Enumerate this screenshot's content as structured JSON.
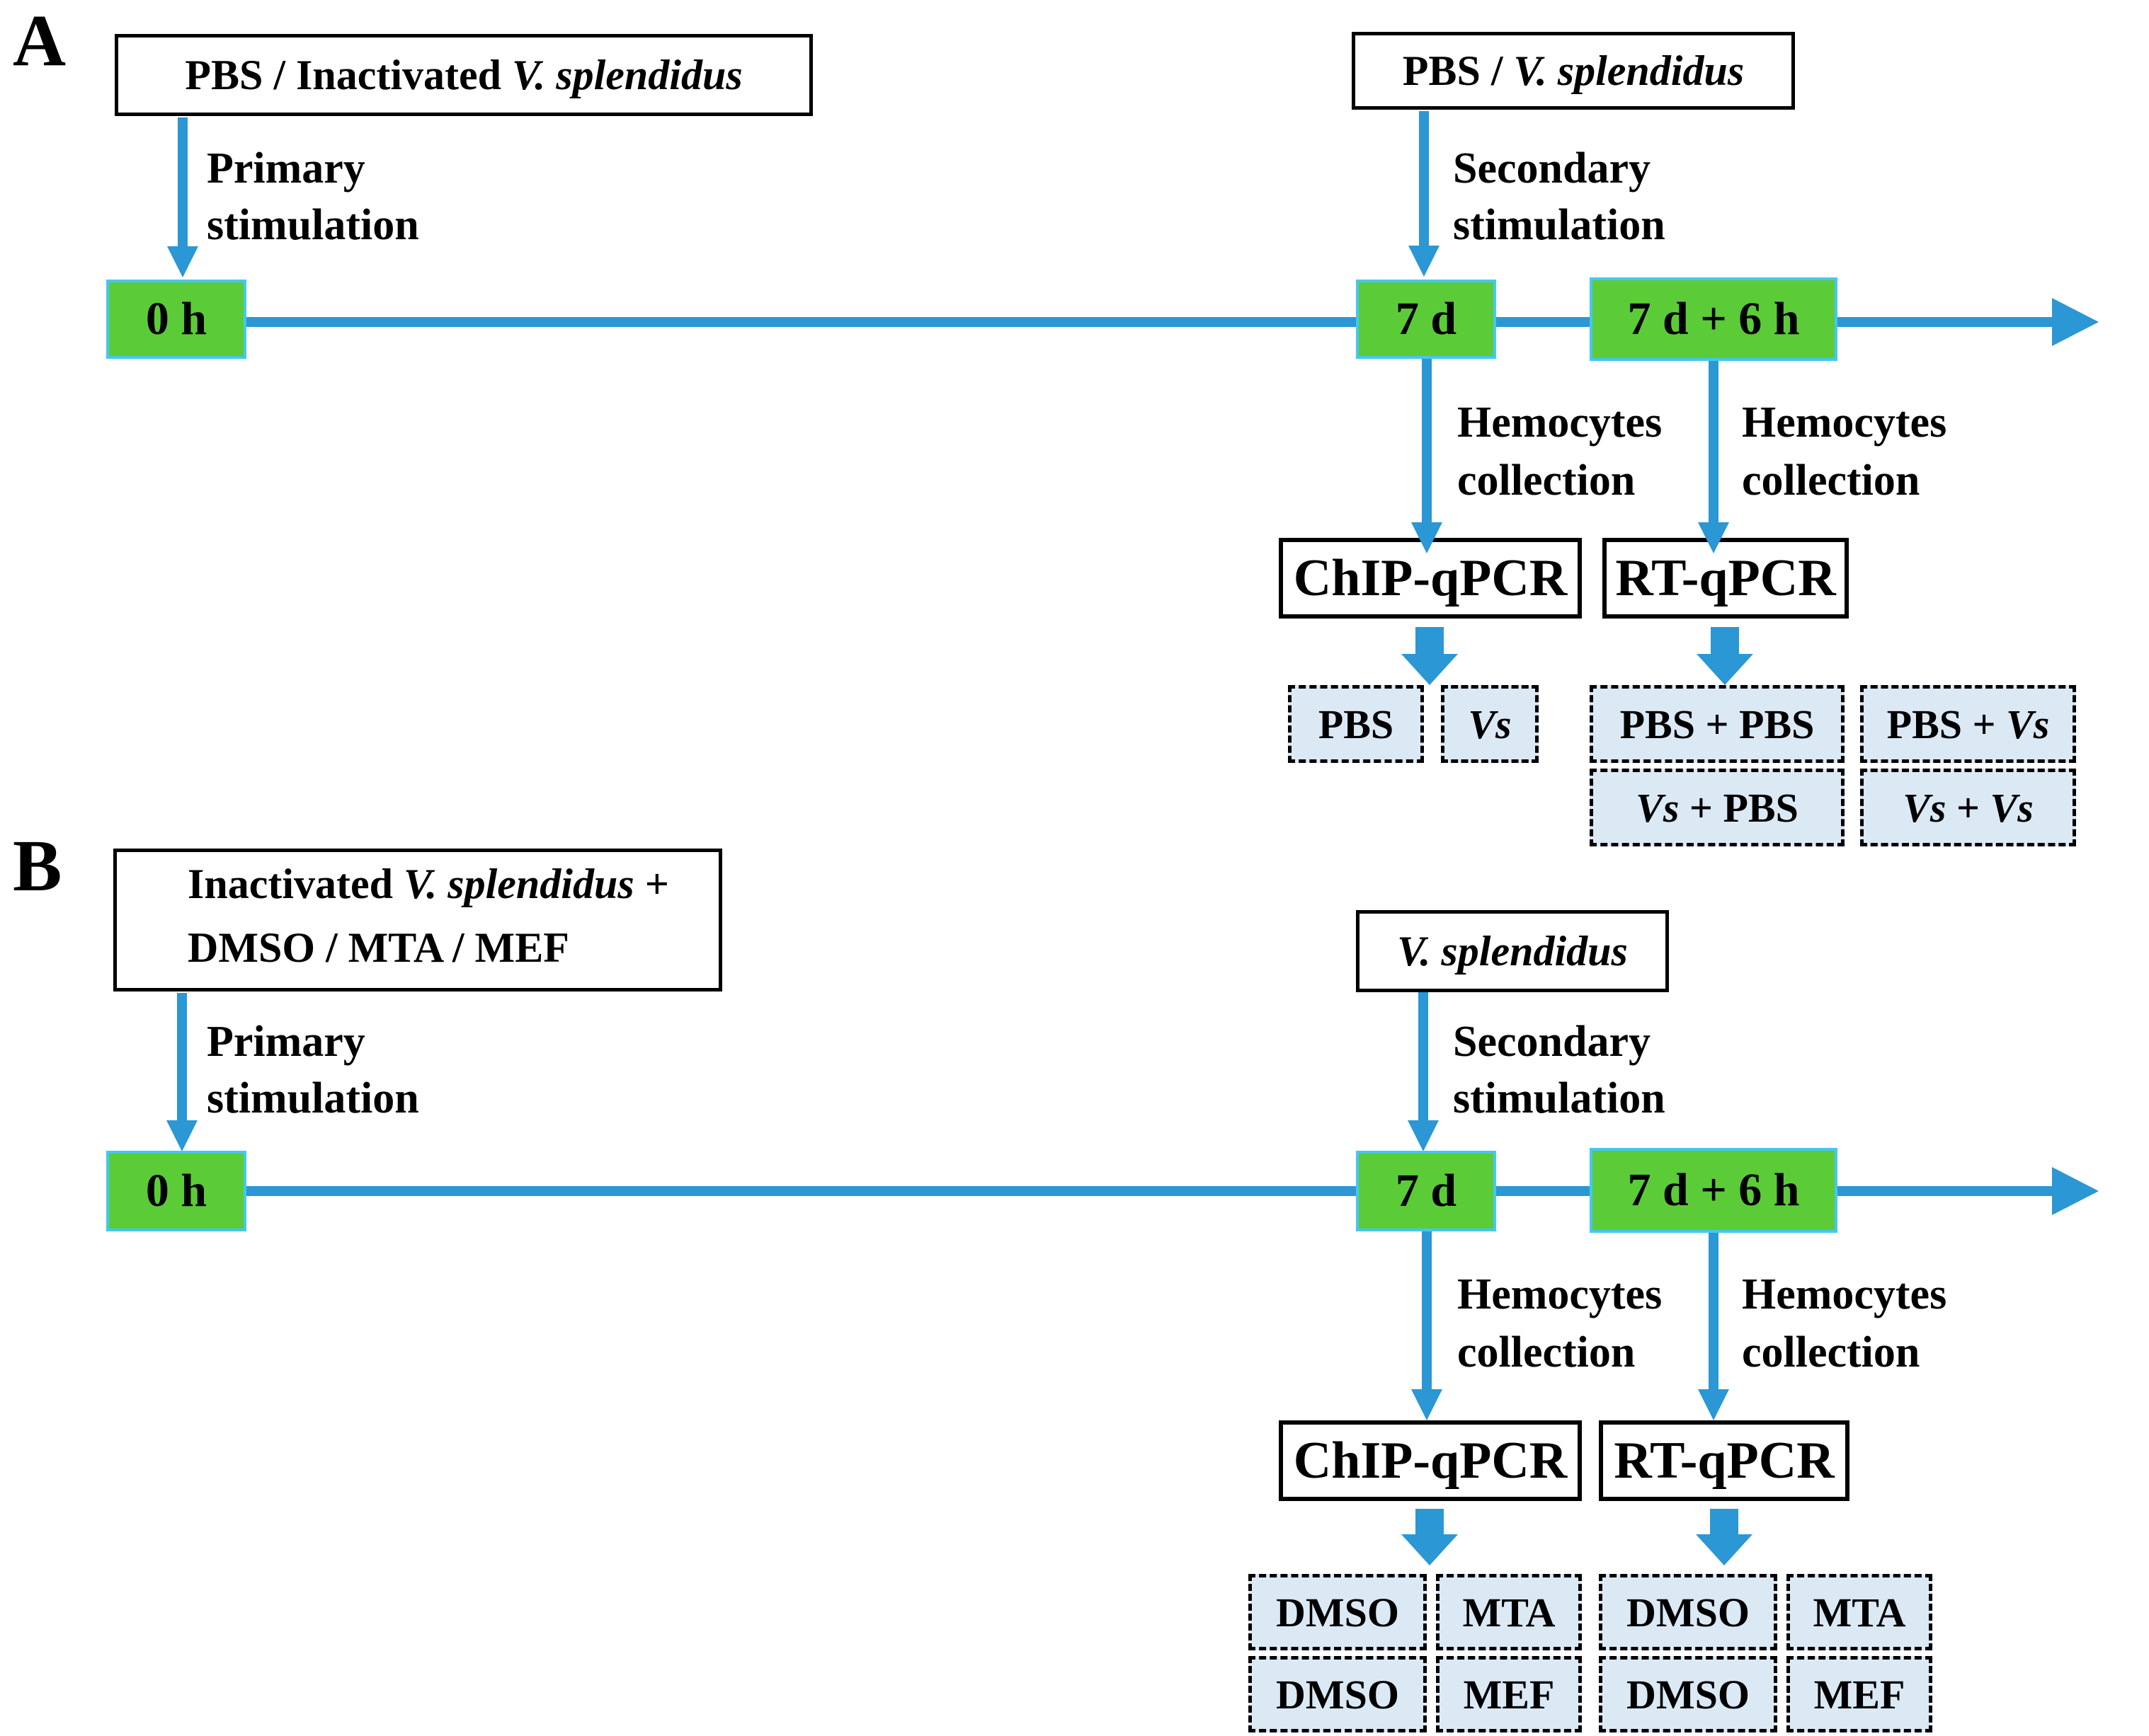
{
  "colors": {
    "timepoint_green": "#5ccb38",
    "timepoint_border_cyan": "#44c7f0",
    "arrow_blue": "#2b97d4",
    "group_fill_lightblue": "#dbe9f5",
    "text_black": "#000000"
  },
  "panel_a": {
    "label": "A",
    "primary_source": [
      {
        "t": "PBS / Inactivated "
      },
      {
        "t": "V. splendidus",
        "i": true
      }
    ],
    "primary_stim": [
      "Primary",
      "stimulation"
    ],
    "secondary_source": [
      {
        "t": "PBS / "
      },
      {
        "t": "V. splendidus",
        "i": true
      }
    ],
    "secondary_stim": [
      "Secondary",
      "stimulation"
    ],
    "timepoints": {
      "t0": "0 h",
      "t7d": "7 d",
      "t7d6h": "7 d + 6 h"
    },
    "hemocytes_7d": [
      "Hemocytes",
      "collection"
    ],
    "hemocytes_7d6h": [
      "Hemocytes",
      "collection"
    ],
    "assay_chip": "ChIP-qPCR",
    "assay_rt": "RT-qPCR",
    "chip_groups": {
      "g1": [
        {
          "t": "PBS"
        }
      ],
      "g2": [
        {
          "t": "Vs",
          "i": true
        }
      ]
    },
    "rt_groups": {
      "g1": [
        {
          "t": "PBS + PBS"
        }
      ],
      "g2": [
        {
          "t": "PBS + "
        },
        {
          "t": "Vs",
          "i": true
        }
      ],
      "g3": [
        {
          "t": "Vs",
          "i": true
        },
        {
          "t": " + PBS"
        }
      ],
      "g4": [
        {
          "t": "Vs",
          "i": true
        },
        {
          "t": " + "
        },
        {
          "t": "Vs",
          "i": true
        }
      ]
    }
  },
  "panel_b": {
    "label": "B",
    "primary_source_line1": [
      {
        "t": "Inactivated "
      },
      {
        "t": "V. splendidus",
        "i": true
      },
      {
        "t": " +"
      }
    ],
    "primary_source_line2": [
      {
        "t": "DMSO / MTA / MEF"
      }
    ],
    "primary_stim": [
      "Primary",
      "stimulation"
    ],
    "secondary_source": [
      {
        "t": "V. splendidus",
        "i": true
      }
    ],
    "secondary_stim": [
      "Secondary",
      "stimulation"
    ],
    "timepoints": {
      "t0": "0 h",
      "t7d": "7 d",
      "t7d6h": "7 d + 6 h"
    },
    "hemocytes_7d": [
      "Hemocytes",
      "collection"
    ],
    "hemocytes_7d6h": [
      "Hemocytes",
      "collection"
    ],
    "assay_chip": "ChIP-qPCR",
    "assay_rt": "RT-qPCR",
    "chip_groups": {
      "r1c1": "DMSO",
      "r1c2": "MTA",
      "r2c1": "DMSO",
      "r2c2": "MEF"
    },
    "rt_groups": {
      "r1c1": "DMSO",
      "r1c2": "MTA",
      "r2c1": "DMSO",
      "r2c2": "MEF"
    }
  }
}
